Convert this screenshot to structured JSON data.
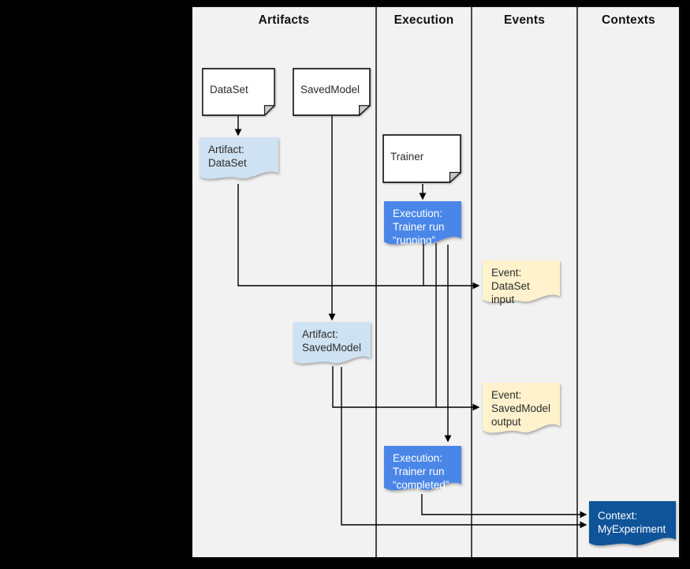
{
  "columns": [
    {
      "label": "Artifacts"
    },
    {
      "label": "Execution"
    },
    {
      "label": "Events"
    },
    {
      "label": "Contexts"
    }
  ],
  "nodes": {
    "dataset": {
      "label": "DataSet"
    },
    "savedmodel": {
      "label": "SavedModel"
    },
    "trainer": {
      "label": "Trainer"
    },
    "artifact_dataset": {
      "line1": "Artifact:",
      "line2": "DataSet"
    },
    "execution_running": {
      "line1": "Execution:",
      "line2": "Trainer run",
      "line3": "“running”"
    },
    "event_dataset_input": {
      "line1": "Event:",
      "line2": "DataSet input"
    },
    "artifact_savedmodel": {
      "line1": "Artifact:",
      "line2": "SavedModel"
    },
    "event_savedmodel_output": {
      "line1": "Event:",
      "line2": "SavedModel",
      "line3": "output"
    },
    "execution_completed": {
      "line1": "Execution:",
      "line2": "Trainer run",
      "line3": "“completed”"
    },
    "context_myexperiment": {
      "line1": "Context:",
      "line2": "MyExperiment"
    }
  },
  "connections": [
    {
      "from": "DataSet",
      "to": "Artifact: DataSet"
    },
    {
      "from": "SavedModel",
      "to": "Artifact: SavedModel"
    },
    {
      "from": "Trainer",
      "to": "Execution: Trainer run “running”"
    },
    {
      "from": "Artifact: DataSet",
      "to": "Event: DataSet input"
    },
    {
      "from": "Execution: Trainer run “running”",
      "to": "Event: DataSet input"
    },
    {
      "from": "Artifact: SavedModel",
      "to": "Event: SavedModel output"
    },
    {
      "from": "Execution: Trainer run “running”",
      "to": "Event: SavedModel output"
    },
    {
      "from": "Execution: Trainer run “running”",
      "to": "Execution: Trainer run “completed”"
    },
    {
      "from": "Execution: Trainer run “completed”",
      "to": "Context: MyExperiment"
    },
    {
      "from": "Artifact: SavedModel",
      "to": "Context: MyExperiment"
    }
  ],
  "colors": {
    "canvas": "#f2f2f2",
    "artifact_fill": "#cfe2f3",
    "execution_fill": "#4a86e8",
    "event_fill": "#fff2cc",
    "context_fill": "#0f5499",
    "note_fill": "#ffffff",
    "line": "#000000"
  }
}
